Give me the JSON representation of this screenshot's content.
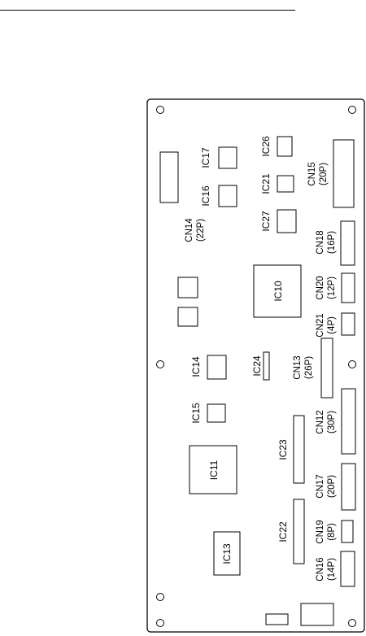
{
  "diagram": {
    "components": {
      "ic10": "IC10",
      "ic11": "IC11",
      "ic13": "IC13",
      "ic14": "IC14",
      "ic15": "IC15",
      "ic16": "IC16",
      "ic17": "IC17",
      "ic21": "IC21",
      "ic22": "IC22",
      "ic23": "IC23",
      "ic24": "IC24",
      "ic26": "IC26",
      "ic27": "IC27"
    },
    "connectors": {
      "cn12": "CN12",
      "cn12_pins": "(30P)",
      "cn13": "CN13",
      "cn13_pins": "(26P)",
      "cn14": "CN14",
      "cn14_pins": "(22P)",
      "cn15": "CN15",
      "cn15_pins": "(20P)",
      "cn16": "CN16",
      "cn16_pins": "(14P)",
      "cn17": "CN17",
      "cn17_pins": "(20P)",
      "cn18": "CN18",
      "cn18_pins": "(16P)",
      "cn19": "CN19",
      "cn19_pins": "(8P)",
      "cn20": "CN20",
      "cn20_pins": "(12P)",
      "cn21": "CN21",
      "cn21_pins": "(4P)"
    }
  }
}
